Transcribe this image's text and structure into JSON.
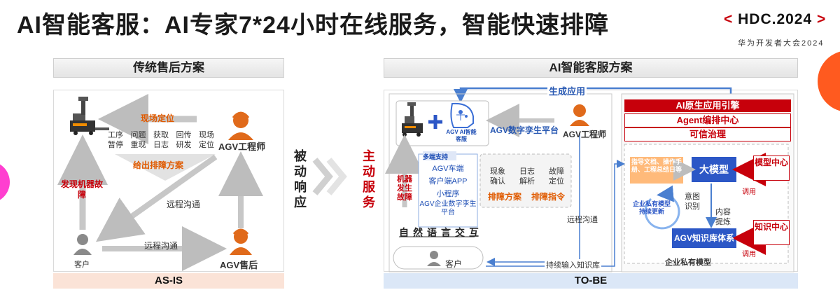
{
  "title": "AI智能客服：AI专家7*24小时在线服务，智能快速排障",
  "logo": {
    "left": "<",
    "main": "HDC.2024",
    "right": ">",
    "sub": "华为开发者大会2024"
  },
  "asis": {
    "header": "传统售后方案",
    "footer": "AS-IS",
    "onsite_locate": "现场定位",
    "steps": [
      "工序暂停",
      "问题重现",
      "获取日志",
      "回传研发",
      "现场定位"
    ],
    "engineer": "AGV工程师",
    "give_plan": "给出排障方案",
    "discover": "发现机器故障",
    "remote1": "远程沟通",
    "remote2": "远程沟通",
    "customer": "客户",
    "after_sales": "AGV售后"
  },
  "mid": {
    "passive": "被动响应",
    "active": "主动服务"
  },
  "tobe": {
    "header": "AI智能客服方案",
    "footer": "TO-BE",
    "gen_app": "生成应用",
    "ai_agent": "AGV AI智能客服",
    "twin_platform": "AGV数字孪生平台",
    "engineer": "AGV工程师",
    "multi_support": "多端支持",
    "channels": [
      "AGV车端",
      "客户端APP",
      "小程序",
      "AGV企业数字孪生平台"
    ],
    "fault_label": "机器发生故障",
    "nl_interaction": "自然语言交互",
    "analysis_items": [
      "现象确认",
      "日志解析",
      "故障定位"
    ],
    "plan": "排障方案",
    "command": "排障指令",
    "remote": "远程沟通",
    "customer": "客户",
    "continuous_input": "持续输入知识库",
    "engine": [
      "AI原生应用引擎",
      "Agent编排中心",
      "可信治理"
    ],
    "doc_summary": "指导文档、操作手册、工程总结日等",
    "big_model": "大模型",
    "model_center": "模型中心",
    "invoke1": "调用",
    "intent": "意图识别",
    "content": "内容提炼",
    "private_train": "企业私有模型持续更新",
    "knowledge_system": "AGV知识库体系",
    "knowledge_center": "知识中心",
    "invoke2": "调用",
    "private_model": "企业私有模型"
  }
}
